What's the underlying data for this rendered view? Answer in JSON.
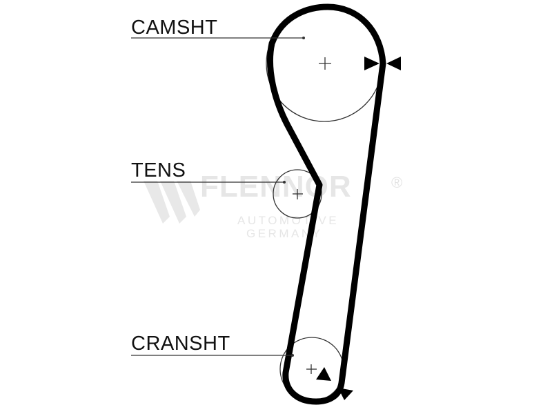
{
  "diagram": {
    "labels": {
      "camshaft": "CAMSHT",
      "tensioner": "TENS",
      "crankshaft": "CRANSHT"
    }
  },
  "watermark": {
    "brand": "FLENNOR",
    "registered": "®",
    "line1": "AUTOMOTIVE",
    "line2": "GERMANY"
  },
  "colors": {
    "belt": "#000000",
    "pulley_outline": "#333333",
    "leader_line": "#333333",
    "watermark": "#e6e6e6"
  }
}
